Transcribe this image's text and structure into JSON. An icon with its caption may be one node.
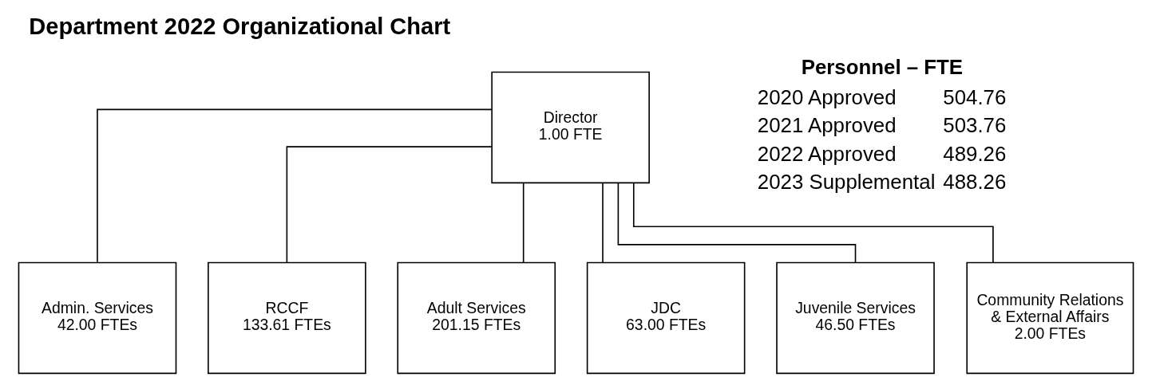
{
  "diagram": {
    "title": "Department 2022 Organizational Chart",
    "nodes": [
      {
        "text": [
          "Director",
          "1.00 FTE"
        ]
      },
      {
        "text": [
          "Admin. Services",
          "42.00 FTEs"
        ]
      },
      {
        "text": [
          "RCCF",
          "133.61 FTEs"
        ]
      },
      {
        "text": [
          "Adult Services",
          "201.15 FTEs"
        ]
      },
      {
        "text": [
          "JDC",
          "63.00 FTEs"
        ]
      },
      {
        "text": [
          "Juvenile Services",
          "46.50 FTEs"
        ]
      },
      {
        "text": [
          "Community Relations & External Affairs",
          "2.00 FTEs"
        ]
      }
    ],
    "edges": [
      {
        "from": 0,
        "to": 1,
        "arrow": "none"
      },
      {
        "from": 0,
        "to": 2,
        "arrow": "none"
      },
      {
        "from": 0,
        "to": 3,
        "arrow": "none"
      },
      {
        "from": 0,
        "to": 4,
        "arrow": "none"
      },
      {
        "from": 0,
        "to": 5,
        "arrow": "none"
      },
      {
        "from": 0,
        "to": 6,
        "arrow": "none"
      }
    ],
    "labels": [
      "Personnel – FTE",
      "2020 Approved",
      "504.76",
      "2021 Approved",
      "503.76",
      "2022 Approved",
      "489.26",
      "2023 Supplemental",
      "488.26"
    ]
  }
}
